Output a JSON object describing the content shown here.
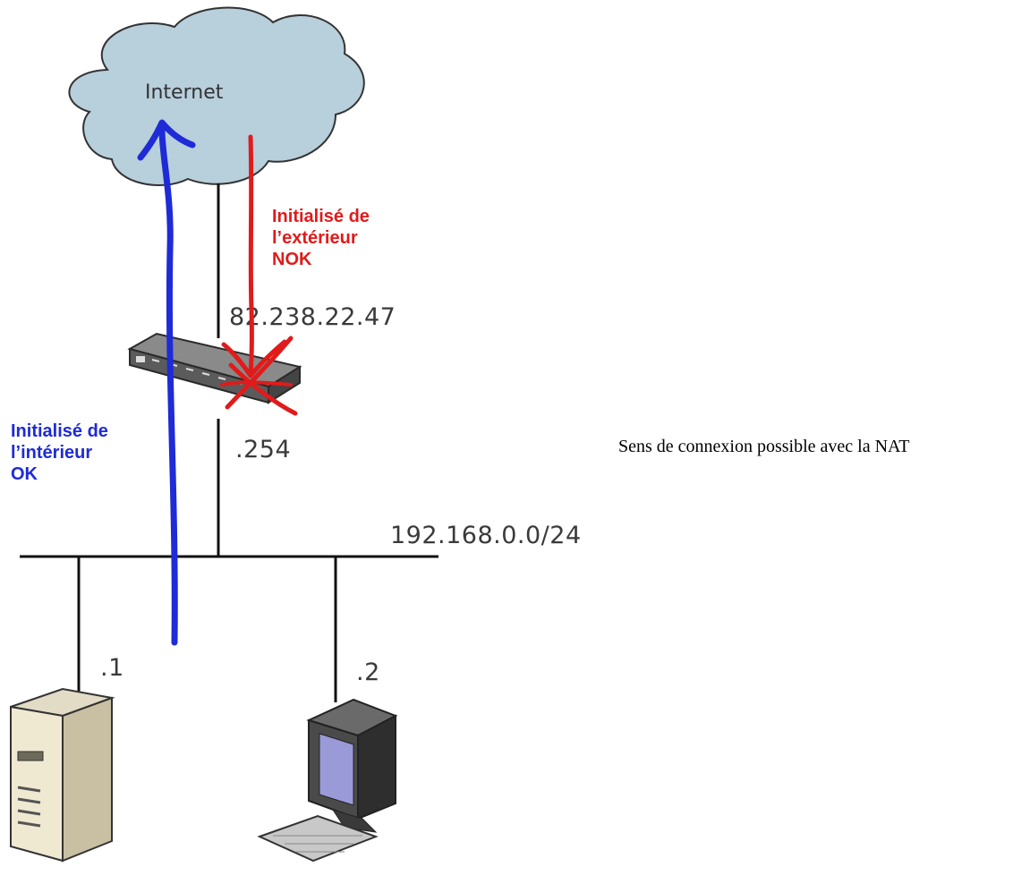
{
  "cloud": {
    "label": "Internet"
  },
  "router": {
    "wan_ip": "82.238.22.47",
    "lan_ip": ".254"
  },
  "lan": {
    "network": "192.168.0.0/24"
  },
  "hosts": [
    {
      "label": ".1",
      "type": "server"
    },
    {
      "label": ".2",
      "type": "workstation"
    }
  ],
  "outbound": {
    "lines": [
      "Initialisé de",
      "l’intérieur",
      "OK"
    ],
    "color": "#1e2bd6"
  },
  "inbound": {
    "lines": [
      "Initialisé de",
      "l’extérieur",
      "NOK"
    ],
    "color": "#e01b1b"
  },
  "caption": "Sens de connexion possible avec la NAT",
  "icons": [
    "cloud-icon",
    "router-icon",
    "server-icon",
    "workstation-icon",
    "arrow-up-icon",
    "blocked-cross-icon"
  ]
}
